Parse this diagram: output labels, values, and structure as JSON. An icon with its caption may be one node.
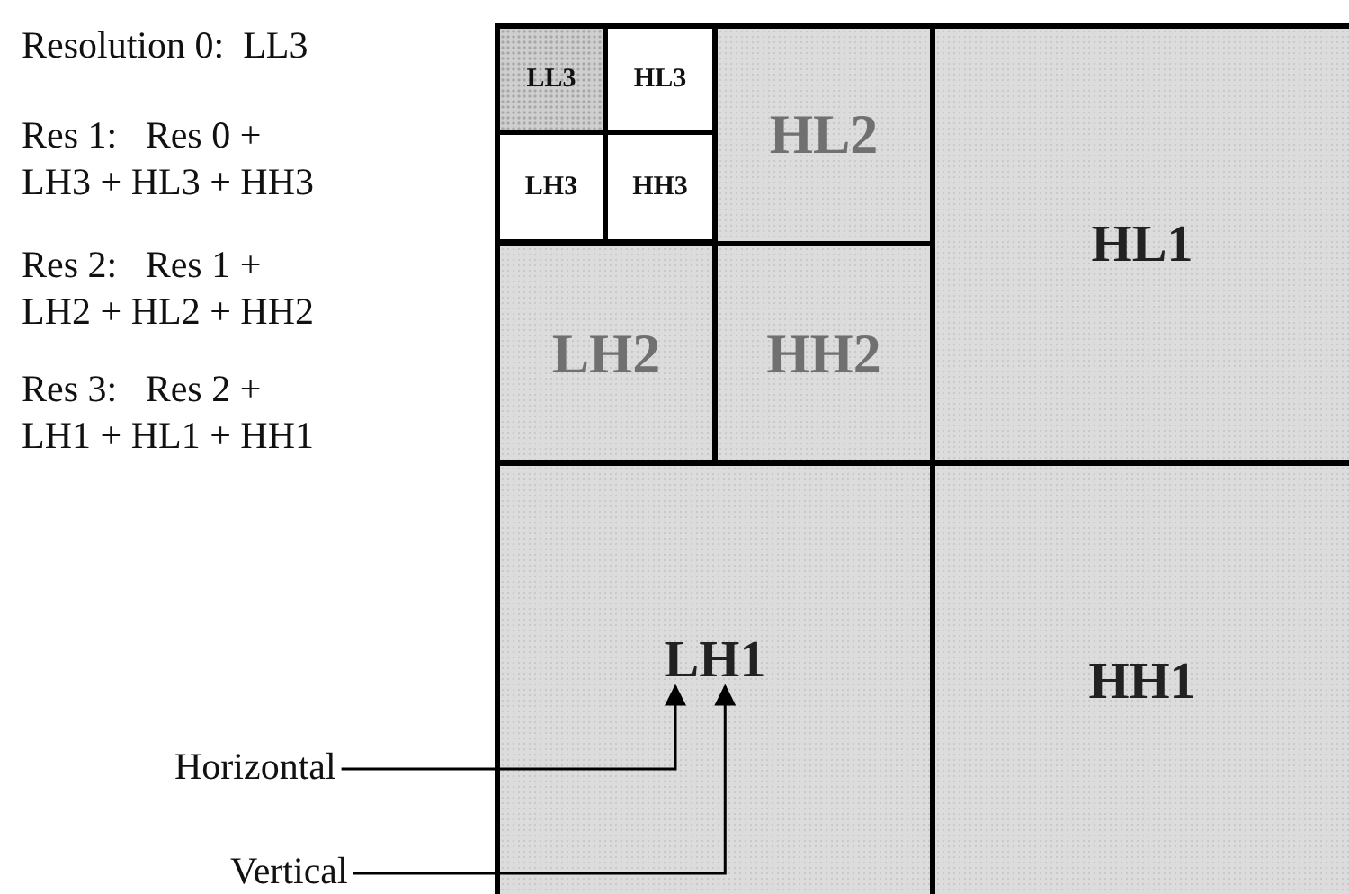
{
  "diagram": {
    "nodes": [
      {
        "text": [
          "LL3"
        ]
      },
      {
        "text": [
          "HL3"
        ]
      },
      {
        "text": [
          "LH3"
        ]
      },
      {
        "text": [
          "HH3"
        ]
      },
      {
        "text": [
          "HL2"
        ]
      },
      {
        "text": [
          "LH2"
        ]
      },
      {
        "text": [
          "HH2"
        ]
      },
      {
        "text": [
          "HL1"
        ]
      },
      {
        "text": [
          "LH1"
        ]
      },
      {
        "text": [
          "HH1"
        ]
      },
      {
        "text": [
          "Horizontal"
        ]
      },
      {
        "text": [
          "Vertical"
        ]
      }
    ],
    "edges": [
      {
        "from": 10,
        "to": 8,
        "arrow": "to"
      },
      {
        "from": 11,
        "to": 8,
        "arrow": "to"
      }
    ],
    "labels": [
      "Resolution 0:  LL3",
      "Res 1:   Res 0 + LH3 + HL3 + HH3",
      "Res 2:   Res 1 + LH2 + HL2 + HH2",
      "Res 3:   Res 2 + LH1 + HL1 + HH1"
    ]
  }
}
